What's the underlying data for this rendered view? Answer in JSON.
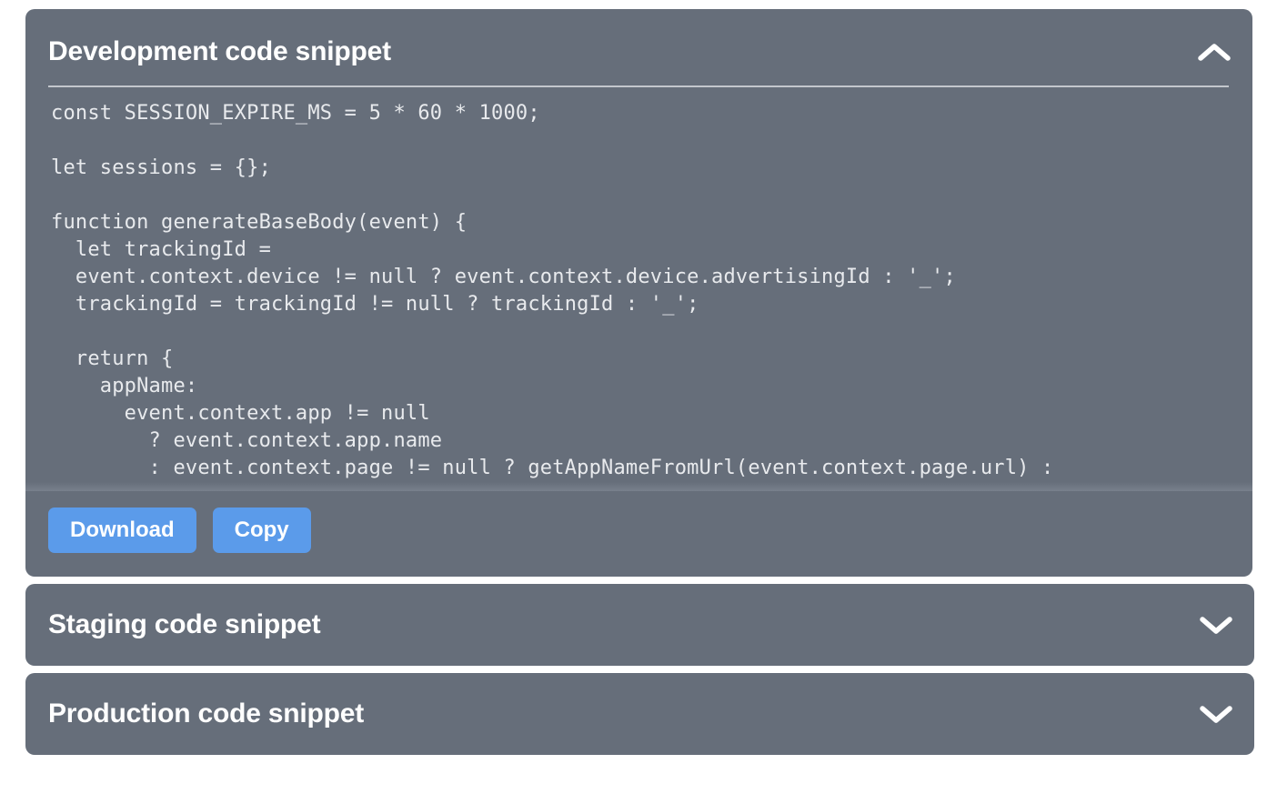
{
  "colors": {
    "panel_bg": "#666e7a",
    "page_bg": "#ffffff",
    "button_blue": "#5b9bea",
    "title_text": "#ffffff",
    "code_text": "#e8eaed",
    "divider": "#c3c7cd"
  },
  "panels": [
    {
      "title": "Development code snippet",
      "state": "expanded",
      "chevron_icon": "chevron-up-icon",
      "code": "const SESSION_EXPIRE_MS = 5 * 60 * 1000;\n\nlet sessions = {};\n\nfunction generateBaseBody(event) {\n  let trackingId =\n  event.context.device != null ? event.context.device.advertisingId : '_';\n  trackingId = trackingId != null ? trackingId : '_';\n\n  return {\n    appName:\n      event.context.app != null\n        ? event.context.app.name\n        : event.context.page != null ? getAppNameFromUrl(event.context.page.url) :",
      "buttons": [
        {
          "label": "Download",
          "name": "download-button"
        },
        {
          "label": "Copy",
          "name": "copy-button"
        }
      ]
    },
    {
      "title": "Staging code snippet",
      "state": "collapsed",
      "chevron_icon": "chevron-down-icon"
    },
    {
      "title": "Production code snippet",
      "state": "collapsed",
      "chevron_icon": "chevron-down-icon"
    }
  ]
}
